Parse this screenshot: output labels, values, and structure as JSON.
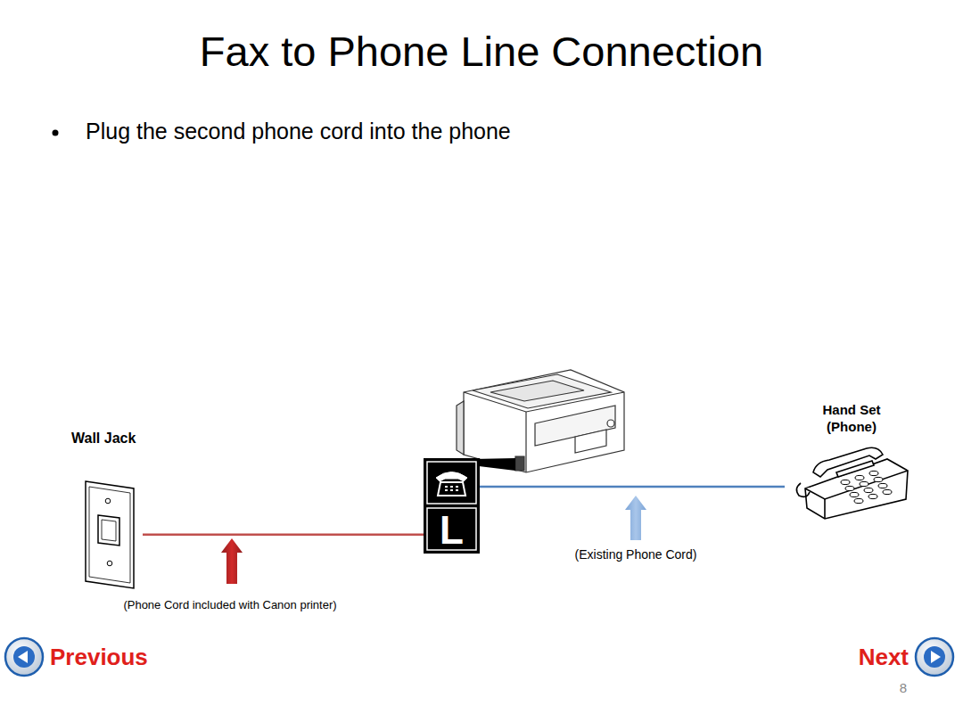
{
  "diagram": {
    "title": "Fax to Phone Line Connection",
    "nodes": [
      {
        "text": [
          "Wall Jack"
        ]
      },
      {
        "text": [
          "L"
        ]
      },
      {
        "text": [
          "Hand Set (Phone)"
        ]
      }
    ],
    "edges": [
      {
        "from": 0,
        "to": 1,
        "arrow": "none"
      },
      {
        "from": 1,
        "to": 2,
        "arrow": "none"
      }
    ],
    "labels": [
      "Plug the second phone cord into the phone",
      "(Existing Phone Cord)",
      "(Phone Cord included with Canon printer)",
      "Previous",
      "Next",
      "8"
    ]
  }
}
